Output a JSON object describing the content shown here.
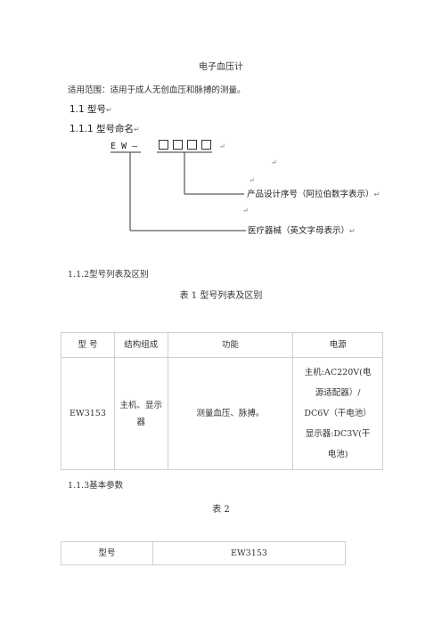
{
  "doc": {
    "title": "电子血压计",
    "scope": "适用范围：适用于成人无创血压和脉搏的测量。",
    "return_mark": "↵",
    "sec_1_1": "1.1  型号",
    "sec_1_1_1": "1.1.1  型号命名",
    "diagram": {
      "code_prefix": "E   W —",
      "label_design": "产品设计序号（阿拉伯数字表示）",
      "label_device": "医疗器械（英文字母表示）"
    },
    "sec_1_1_2": "1.1.2型号列表及区别",
    "table1_caption": "表 1 型号列表及区别",
    "table1": {
      "headers": [
        "型    号",
        "结构组成",
        "功能",
        "电源"
      ],
      "row": {
        "model": "EW3153",
        "structure_l1": "主机、显示",
        "structure_l2": "器",
        "function": "测量血压、脉搏。",
        "power_lines": [
          "主机:AC220V(电",
          "源适配器）/",
          "DC6V（干电池）",
          "显示器:DC3V(干",
          "电池)"
        ]
      }
    },
    "sec_1_1_3": "1.1.3基本参数",
    "table2_caption": "表 2",
    "table2": {
      "label": "型号",
      "value": "EW3153"
    }
  }
}
